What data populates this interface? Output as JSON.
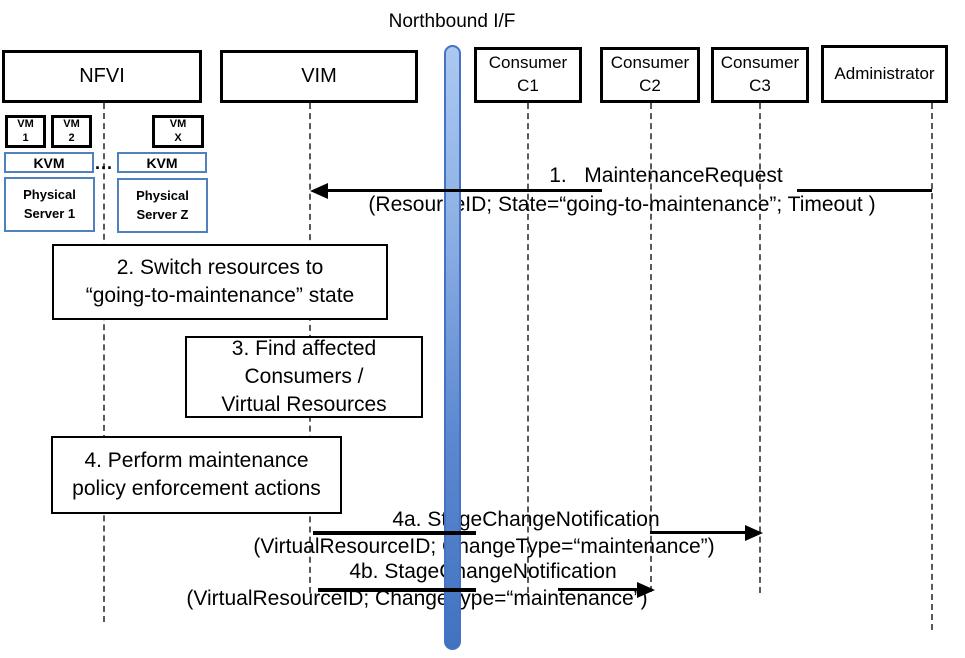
{
  "title": "Northbound I/F",
  "colors": {
    "accent_blue_border": "#4F81BD",
    "interface_bar_top": "#ABC8F0",
    "interface_bar_bottom": "#4273C0",
    "line_black": "#000000"
  },
  "actors": [
    {
      "id": "nfvi",
      "label": "NFVI"
    },
    {
      "id": "vim",
      "label": "VIM"
    },
    {
      "id": "consumer-c1",
      "label": "Consumer\nC1"
    },
    {
      "id": "consumer-c2",
      "label": "Consumer\nC2"
    },
    {
      "id": "consumer-c3",
      "label": "Consumer\nC3"
    },
    {
      "id": "administrator",
      "label": "Administrator"
    }
  ],
  "nfvi_internals": {
    "vms": [
      {
        "label": "VM\n1"
      },
      {
        "label": "VM\n2"
      },
      {
        "label": "VM\nX"
      }
    ],
    "hypervisors": [
      {
        "label": "KVM"
      },
      {
        "label": "KVM"
      }
    ],
    "ellipsis": "...",
    "servers": [
      {
        "label": "Physical\nServer 1"
      },
      {
        "label": "Physical\nServer Z"
      }
    ]
  },
  "steps": [
    {
      "label": "2. Switch resources to\n“going-to-maintenance” state"
    },
    {
      "label": "3. Find affected\nConsumers /\nVirtual Resources"
    },
    {
      "label": "4. Perform maintenance\npolicy enforcement actions"
    }
  ],
  "messages": [
    {
      "name": "1.   MaintenanceRequest",
      "params": "(ResourceID; State=“going-to-maintenance”; Timeout )",
      "from": "Administrator",
      "to": "VIM",
      "direction": "left"
    },
    {
      "name": "4a. StageChangeNotification",
      "params": "(VirtualResourceID; ChangeType=“maintenance”)",
      "from": "VIM",
      "to": "Consumer C3",
      "direction": "right"
    },
    {
      "name": "4b. StageChangeNotification",
      "params": "(VirtualResourceID; ChangeType=“maintenance”)",
      "from": "VIM",
      "to": "Consumer C2",
      "direction": "right"
    }
  ]
}
